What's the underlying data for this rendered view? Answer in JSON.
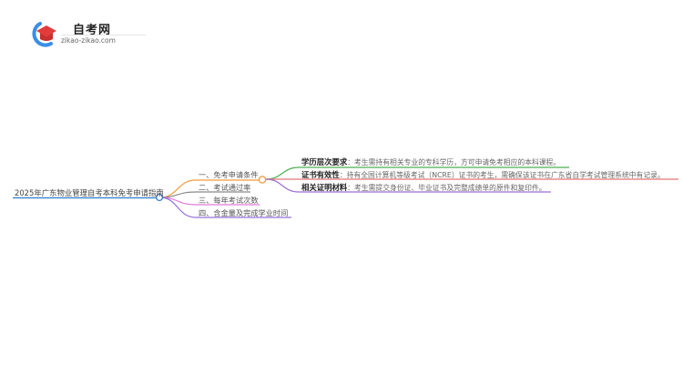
{
  "logo": {
    "title": "自考网",
    "subtitle": "zikao-zikao.com",
    "colors": {
      "arc": "#3a8ee6",
      "cap": "#e23b3b"
    }
  },
  "mindmap": {
    "root": {
      "label": "2025年广东物业管理自考本科免考申请指南",
      "color": "#2e7bcf"
    },
    "branches": [
      {
        "label": "一、免考申请条件",
        "color": "#f29a3c",
        "children": [
          {
            "title": "学历层次要求",
            "sep": "：",
            "text": "考生需持有相关专业的专科学历，方可申请免考相应的本科课程。",
            "color": "#4caf50"
          },
          {
            "title": "证书有效性",
            "sep": "：",
            "text": "持有全国计算机等级考试（NCRE）证书的考生，需确保该证书在广东省自学考试管理系统中有记录。",
            "color": "#e57373"
          },
          {
            "title": "相关证明材料",
            "sep": "：",
            "text": "考生需提交身份证、毕业证书及完整成绩单的原件和复印件。",
            "color": "#9c6fd0"
          }
        ]
      },
      {
        "label": "二、考试通过率",
        "color": "#8a8a8a",
        "children": []
      },
      {
        "label": "三、每年考试次数",
        "color": "#e07ad8",
        "children": []
      },
      {
        "label": "四、含金量及完成学业时间",
        "color": "#9370db",
        "children": []
      }
    ]
  }
}
